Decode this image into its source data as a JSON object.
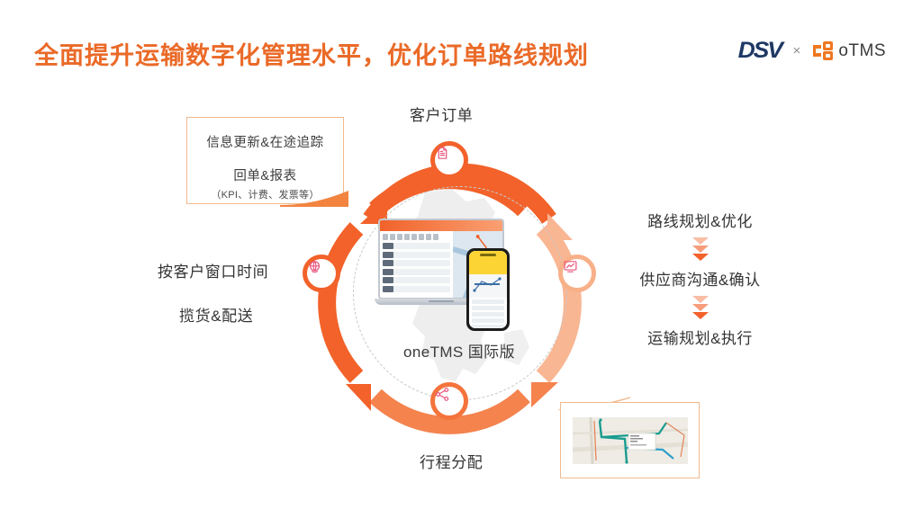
{
  "header": {
    "title": "全面提升运输数字化管理水平，优化订单路线规划",
    "title_color": "#ea6a28",
    "logos": {
      "primary": "DSV",
      "separator": "×",
      "secondary": "oTMS",
      "primary_color": "#1f3864",
      "secondary_color": "#ef7822"
    }
  },
  "note_box": {
    "line1": "信息更新&在途追踪",
    "line2": "回单&报表",
    "line3": "（KPI、计费、发票等）",
    "border_color": "#f0b98c"
  },
  "cycle": {
    "labels": {
      "top": "客户订单",
      "bottom": "行程分配",
      "left_1": "按客户窗口时间",
      "left_2": "揽货&配送"
    },
    "nodes": [
      {
        "position": "top",
        "icon": "document-order-icon",
        "ring_color": "#f2622a"
      },
      {
        "position": "right",
        "icon": "chart-monitor-icon",
        "ring_color": "#f8b089"
      },
      {
        "position": "bottom",
        "icon": "share-network-icon",
        "ring_color": "#f4743c"
      },
      {
        "position": "left",
        "icon": "globe-delivery-icon",
        "ring_color": "#f2622a"
      }
    ],
    "arc_colors": {
      "top": "#f2622a",
      "right": "#f9b693",
      "bottom": "#f4834e",
      "left": "#f2622a"
    },
    "center": {
      "caption": "oneTMS 国际版",
      "devices": [
        "laptop-mockup",
        "phone-mockup"
      ]
    }
  },
  "flow": {
    "steps": [
      "路线规划&优化",
      "供应商沟通&确认",
      "运输规划&执行"
    ],
    "arrow_icon": "double-chevron-down-icon",
    "arrow_color": "#f2622a"
  },
  "map_card": {
    "thumbnail_alt": "route-map-thumbnail",
    "border_color": "#f0b98c"
  }
}
